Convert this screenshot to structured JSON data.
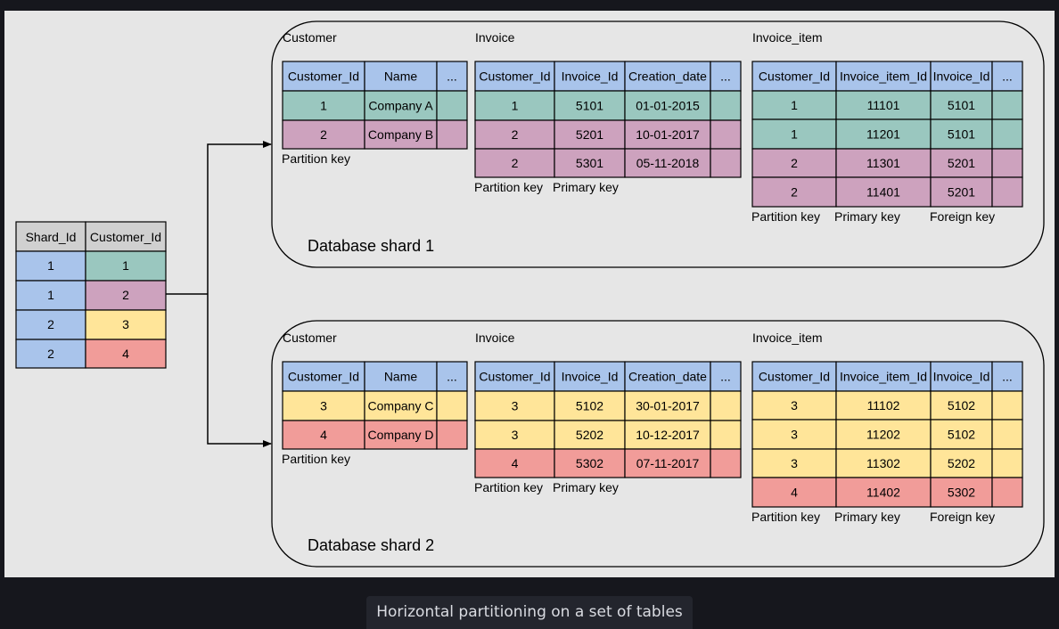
{
  "colors": {
    "blue": "#a9c4eb",
    "green": "#9ac7bf",
    "purple": "#cda2be",
    "yellow": "#ffe599",
    "red": "#f19c99",
    "gray": "#d0d0d0",
    "canvas": "#e6e6e6",
    "page": "#16171d"
  },
  "caption": "Horizontal partitioning on a set of tables",
  "lookup": {
    "headers": [
      "Shard_Id",
      "Customer_Id"
    ],
    "rows": [
      [
        "1",
        "1"
      ],
      [
        "1",
        "2"
      ],
      [
        "2",
        "3"
      ],
      [
        "2",
        "4"
      ]
    ],
    "cell_colors": [
      [
        "blue",
        "green"
      ],
      [
        "blue",
        "purple"
      ],
      [
        "blue",
        "yellow"
      ],
      [
        "blue",
        "red"
      ]
    ]
  },
  "shards": [
    {
      "label": "Database shard 1",
      "customer": {
        "title": "Customer",
        "headers": [
          "Customer_Id",
          "Name",
          "..."
        ],
        "rows": [
          [
            "1",
            "Company A",
            ""
          ],
          [
            "2",
            "Company B",
            ""
          ]
        ],
        "row_colors": [
          "green",
          "purple"
        ],
        "keys": [
          "Partition key"
        ]
      },
      "invoice": {
        "title": "Invoice",
        "headers": [
          "Customer_Id",
          "Invoice_Id",
          "Creation_date",
          "..."
        ],
        "rows": [
          [
            "1",
            "5101",
            "01-01-2015",
            ""
          ],
          [
            "2",
            "5201",
            "10-01-2017",
            ""
          ],
          [
            "2",
            "5301",
            "05-11-2018",
            ""
          ]
        ],
        "row_colors": [
          "green",
          "purple",
          "purple"
        ],
        "keys": [
          "Partition key",
          "Primary key"
        ]
      },
      "invoice_item": {
        "title": "Invoice_item",
        "headers": [
          "Customer_Id",
          "Invoice_item_Id",
          "Invoice_Id",
          "..."
        ],
        "rows": [
          [
            "1",
            "11101",
            "5101",
            ""
          ],
          [
            "1",
            "11201",
            "5101",
            ""
          ],
          [
            "2",
            "11301",
            "5201",
            ""
          ],
          [
            "2",
            "11401",
            "5201",
            ""
          ]
        ],
        "row_colors": [
          "green",
          "green",
          "purple",
          "purple"
        ],
        "keys": [
          "Partition key",
          "Primary key",
          "Foreign key"
        ]
      }
    },
    {
      "label": "Database shard 2",
      "customer": {
        "title": "Customer",
        "headers": [
          "Customer_Id",
          "Name",
          "..."
        ],
        "rows": [
          [
            "3",
            "Company C",
            ""
          ],
          [
            "4",
            "Company D",
            ""
          ]
        ],
        "row_colors": [
          "yellow",
          "red"
        ],
        "keys": [
          "Partition key"
        ]
      },
      "invoice": {
        "title": "Invoice",
        "headers": [
          "Customer_Id",
          "Invoice_Id",
          "Creation_date",
          "..."
        ],
        "rows": [
          [
            "3",
            "5102",
            "30-01-2017",
            ""
          ],
          [
            "3",
            "5202",
            "10-12-2017",
            ""
          ],
          [
            "4",
            "5302",
            "07-11-2017",
            ""
          ]
        ],
        "row_colors": [
          "yellow",
          "yellow",
          "red"
        ],
        "keys": [
          "Partition key",
          "Primary key"
        ]
      },
      "invoice_item": {
        "title": "Invoice_item",
        "headers": [
          "Customer_Id",
          "Invoice_item_Id",
          "Invoice_Id",
          "..."
        ],
        "rows": [
          [
            "3",
            "11102",
            "5102",
            ""
          ],
          [
            "3",
            "11202",
            "5102",
            ""
          ],
          [
            "3",
            "11302",
            "5202",
            ""
          ],
          [
            "4",
            "11402",
            "5302",
            ""
          ]
        ],
        "row_colors": [
          "yellow",
          "yellow",
          "yellow",
          "red"
        ],
        "keys": [
          "Partition key",
          "Primary key",
          "Foreign key"
        ]
      }
    }
  ]
}
